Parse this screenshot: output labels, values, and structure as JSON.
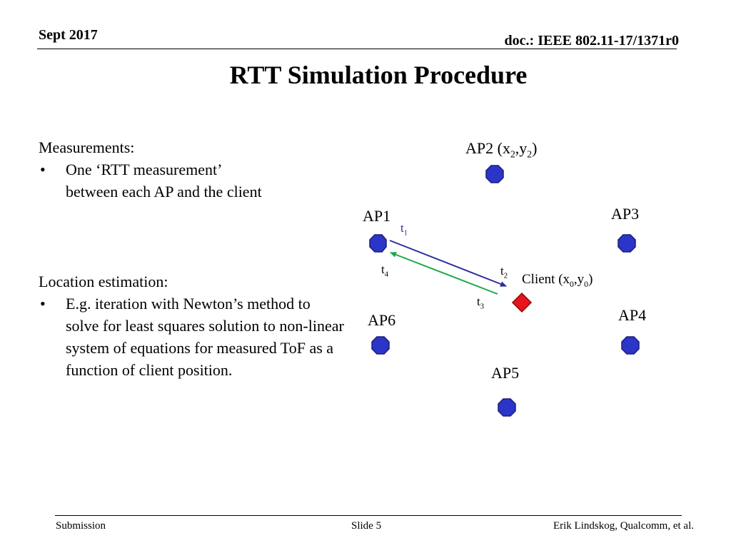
{
  "header": {
    "date": "Sept 2017",
    "doc": "doc.: IEEE 802.11-17/1371r0"
  },
  "title": "RTT Simulation Procedure",
  "measurements": {
    "heading": "Measurements:",
    "bullets": [
      "One ‘RTT measurement’ between each AP and the client"
    ]
  },
  "location": {
    "heading": "Location estimation:",
    "bullets": [
      "E.g. iteration with Newton’s method to solve for least squares solution to non-linear system of equations for measured ToF as a function of client position."
    ]
  },
  "diagram": {
    "ap_names": [
      "AP1",
      "AP2",
      "AP3",
      "AP4",
      "AP5",
      "AP6"
    ],
    "ap2_coord": {
      "prefix": " (x",
      "sub1": "2",
      "mid": ",y",
      "sub2": "2",
      "suffix": ")"
    },
    "client": {
      "prefix": "Client (x",
      "sub1": "0",
      "mid": ",y",
      "sub2": "0",
      "suffix": ")"
    },
    "times": [
      {
        "base": "t",
        "sub": "1"
      },
      {
        "base": "t",
        "sub": "2"
      },
      {
        "base": "t",
        "sub": "3"
      },
      {
        "base": "t",
        "sub": "4"
      }
    ],
    "colors": {
      "ap_fill": "#2b35c8",
      "ap_stroke": "#1a1f7a",
      "client_fill": "#e8141c",
      "client_stroke": "#8a0a0a",
      "request_arrow": "#2a2fa0",
      "response_arrow": "#1aa84a"
    }
  },
  "footer": {
    "left": "Submission",
    "center": "Slide 5",
    "right": "Erik Lindskog, Qualcomm, et al."
  }
}
